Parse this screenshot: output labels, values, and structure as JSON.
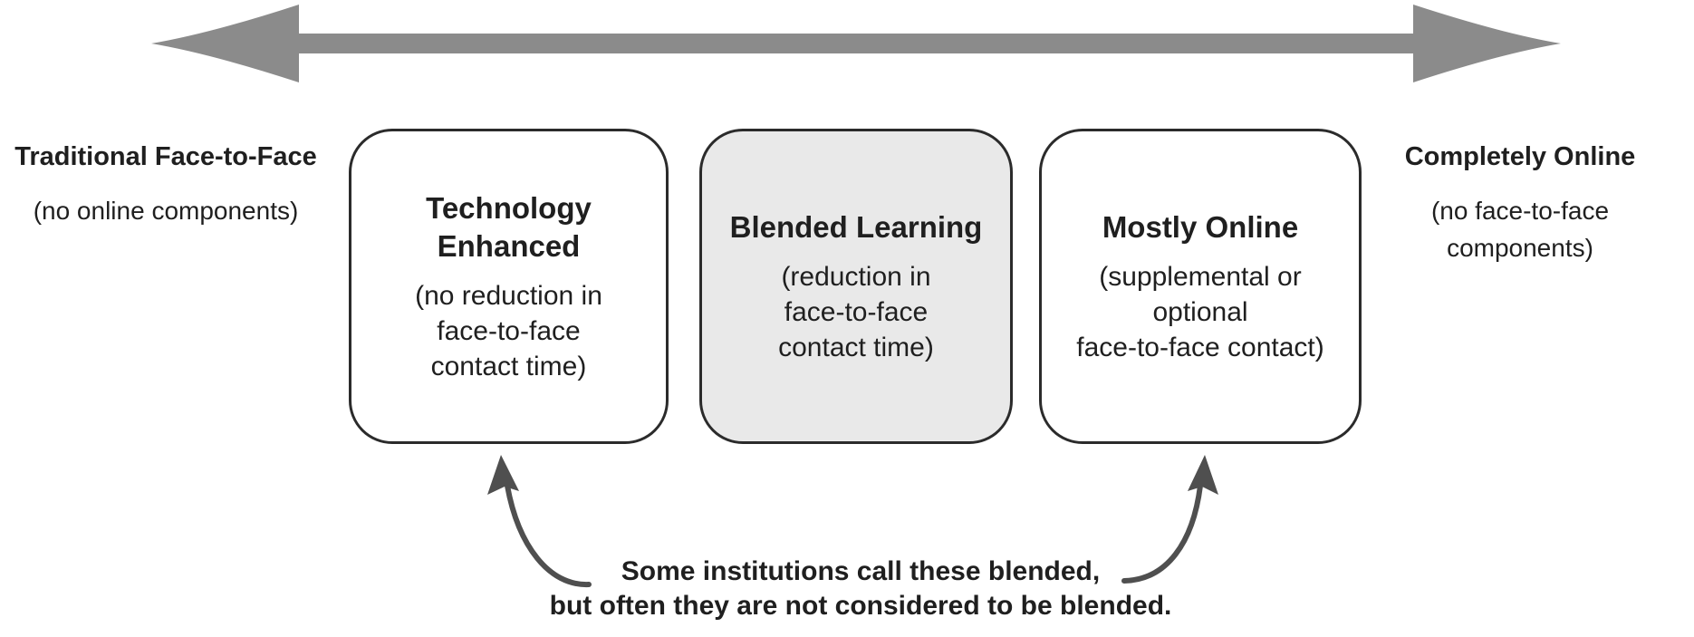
{
  "endpoints": {
    "left": {
      "title": "Traditional Face-to-Face",
      "subtitle": [
        "(no online components)"
      ]
    },
    "right": {
      "title": "Completely Online",
      "subtitle": [
        "(no face-to-face",
        "components)"
      ]
    }
  },
  "boxes": [
    {
      "id": "technology-enhanced",
      "title": [
        "Technology",
        "Enhanced"
      ],
      "subtitle": [
        "(no reduction in",
        "face-to-face",
        "contact time)"
      ]
    },
    {
      "id": "blended-learning",
      "title": [
        "Blended Learning"
      ],
      "subtitle": [
        "(reduction in",
        "face-to-face",
        "contact time)"
      ],
      "highlighted": true
    },
    {
      "id": "mostly-online",
      "title": [
        "Mostly Online"
      ],
      "subtitle": [
        "(supplemental or",
        "optional",
        "face-to-face contact)"
      ]
    }
  ],
  "annotation": {
    "text": [
      "Some institutions call these blended,",
      "but often they are not considered to be blended."
    ]
  },
  "icons": {
    "continuum_arrow": "double-headed-horizontal-arrow",
    "callout_left": "curved-arrow-up-to-technology-enhanced",
    "callout_right": "curved-arrow-up-to-mostly-online"
  },
  "colors": {
    "continuum_arrow": "#8b8b8b",
    "box_border": "#2b2b2b",
    "blended_box_fill": "#e9e9e9",
    "text": "#1f1f1f",
    "callout_arrow": "#4f4f4f",
    "background": "#ffffff"
  }
}
